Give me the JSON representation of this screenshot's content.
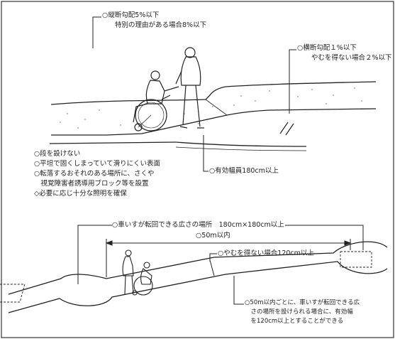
{
  "top": {
    "long_slope": "○縦断勾配5%以下",
    "long_slope_exception": "特別の理由がある場合8%以下",
    "cross_slope": "○横断勾配１%以下",
    "cross_slope_exception": "やむを得ない場合２%以下",
    "effective_width": "○有効幅員180cm以上",
    "notes": [
      "○段を設けない",
      "○平坦で固くしまっていて滑りにくい表面",
      "○転落するおそれのある場所に、さくや",
      "　視覚障害者誘導用ブロック等を設置",
      "◇必要に応じ十分な照明を確保"
    ]
  },
  "bottom": {
    "turning_space": "○車いすが転回できる広さの場所　180cm×180cm以上",
    "interval": "○50m以内",
    "min_width": "○やむを得ない場合120cm以上",
    "note_lines": [
      "○50m以内ごとに、車いすが転回できる広",
      "　さの場所を設けられる場合に、有効幅",
      "　を120cm以上とすることができる"
    ]
  },
  "colors": {
    "line": "#222222",
    "background": "#ffffff"
  }
}
